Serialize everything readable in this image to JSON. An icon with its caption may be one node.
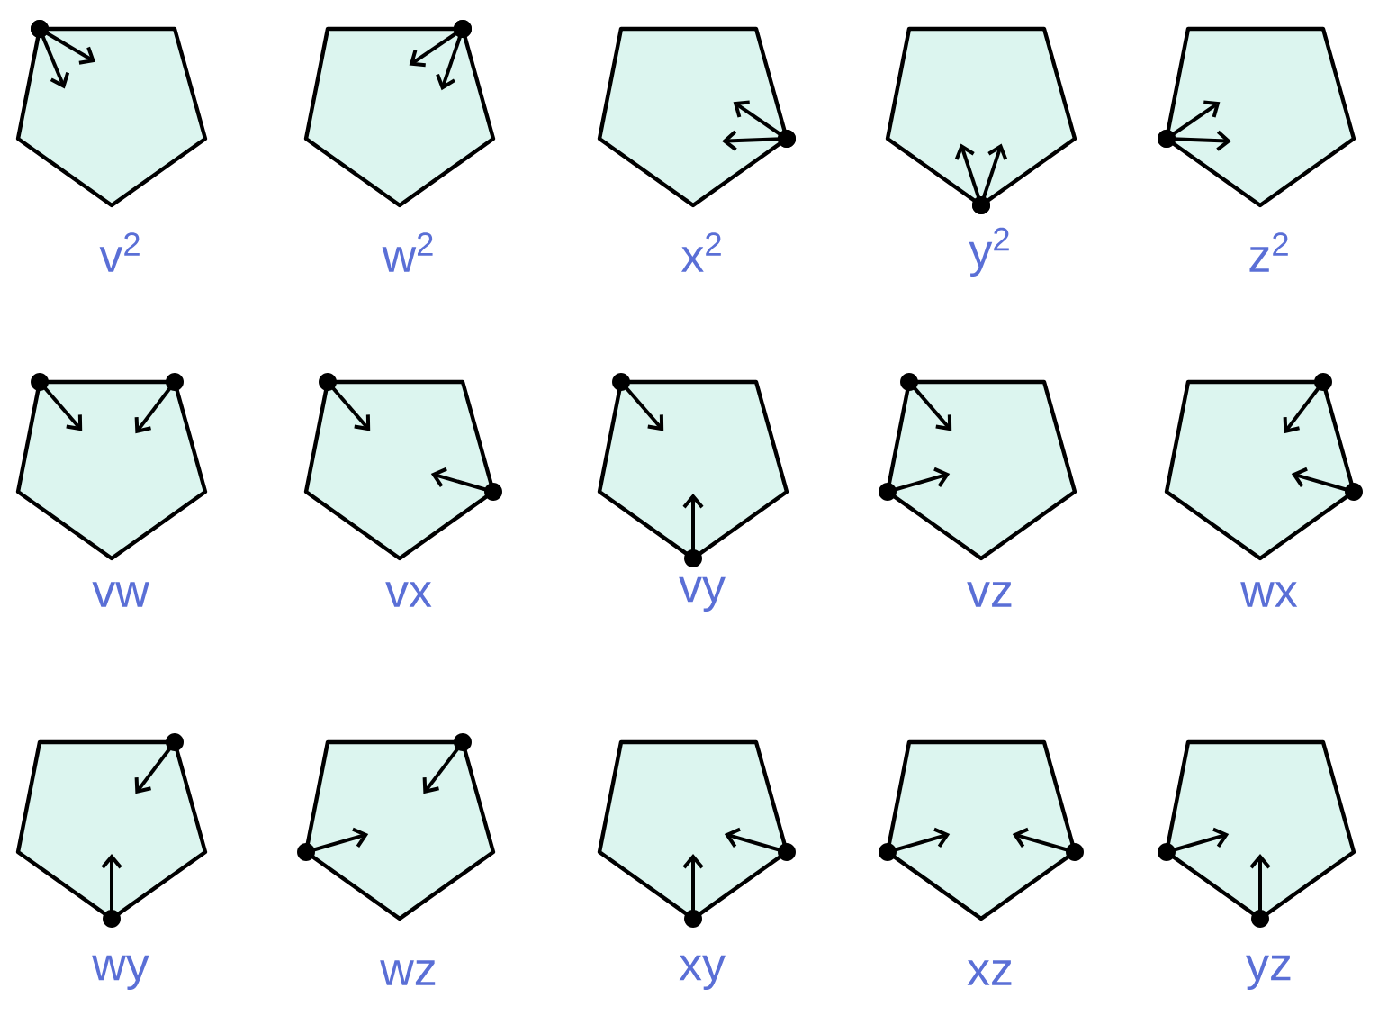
{
  "diagram": {
    "nodes": [
      {
        "text": [
          "v$^{2}$"
        ]
      },
      {
        "text": [
          "w$^{2}$"
        ]
      },
      {
        "text": [
          "x$^{2}$"
        ]
      },
      {
        "text": [
          "y$^{2}$"
        ]
      },
      {
        "text": [
          "z$^{2}$"
        ]
      },
      {
        "text": [
          "vw"
        ]
      },
      {
        "text": [
          "vx"
        ]
      },
      {
        "text": [
          "vy"
        ]
      },
      {
        "text": [
          "vz"
        ]
      },
      {
        "text": [
          "wx"
        ]
      },
      {
        "text": [
          "wy"
        ]
      },
      {
        "text": [
          "wz"
        ]
      },
      {
        "text": [
          "xy"
        ]
      },
      {
        "text": [
          "xz"
        ]
      },
      {
        "text": [
          "yz"
        ]
      }
    ]
  }
}
